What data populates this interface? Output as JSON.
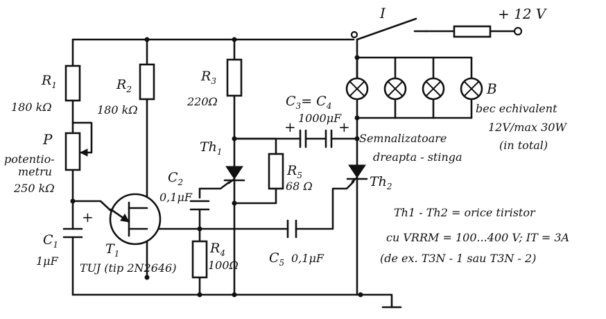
{
  "components": {
    "r1": {
      "name": "R",
      "sub": "1",
      "value": "180 kΩ"
    },
    "r2": {
      "name": "R",
      "sub": "2",
      "value": "180 kΩ"
    },
    "r3": {
      "name": "R",
      "sub": "3",
      "value": "220Ω"
    },
    "r4": {
      "name": "R",
      "sub": "4",
      "value": "100Ω"
    },
    "r5": {
      "name": "R",
      "sub": "5",
      "value": "68 Ω"
    },
    "p": {
      "name": "P",
      "desc_line1": "potentio-",
      "desc_line2": "metru",
      "value": "250 kΩ"
    },
    "c1": {
      "name": "C",
      "sub": "1",
      "value": "1μF",
      "polarity": "+"
    },
    "c2": {
      "name": "C",
      "sub": "2",
      "value": "0,1μF"
    },
    "c34": {
      "name": "C",
      "sub_a": "3",
      "eq": "= C",
      "sub_b": "4",
      "value": "1000μF",
      "plus_left": "+",
      "plus_right": "+"
    },
    "c5": {
      "name": "C",
      "sub": "5",
      "value": "0,1μF"
    },
    "t1": {
      "name": "T",
      "sub": "1",
      "desc": "TUJ (tip 2N2646)"
    },
    "th1": {
      "name": "Th",
      "sub": "1"
    },
    "th2": {
      "name": "Th",
      "sub": "2"
    }
  },
  "switch_label": "I",
  "supply_label": "+ 12 V",
  "lamps": {
    "label": "B",
    "note_line1": "bec echivalent",
    "note_line2": "12V/max 30W",
    "note_line3": "(in total)"
  },
  "signal_label_line1": "Semnalizatoare",
  "signal_label_line2": "dreapta - stinga",
  "notes": {
    "line1": "Th1 - Th2 = orice tiristor",
    "line2": "cu VRRM = 100...400 V; IT = 3A",
    "line3": "(de ex. T3N - 1 sau T3N - 2)"
  }
}
